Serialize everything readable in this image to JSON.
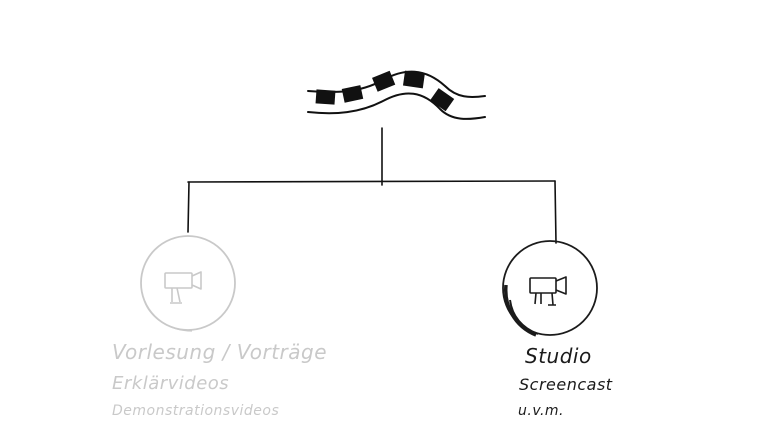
{
  "left_node": {
    "icon": "video-camera-icon",
    "line1": "Vorlesung / Vorträge",
    "line2": "Erklärvideos",
    "line3": "Demonstrationsvideos",
    "color": "#c9c9c9"
  },
  "right_node": {
    "icon": "video-camera-icon",
    "line1": "Studio",
    "line2": "Screencast",
    "line3": "u.v.m.",
    "color": "#1b1b1b"
  },
  "root_icon": "film-strip-icon"
}
